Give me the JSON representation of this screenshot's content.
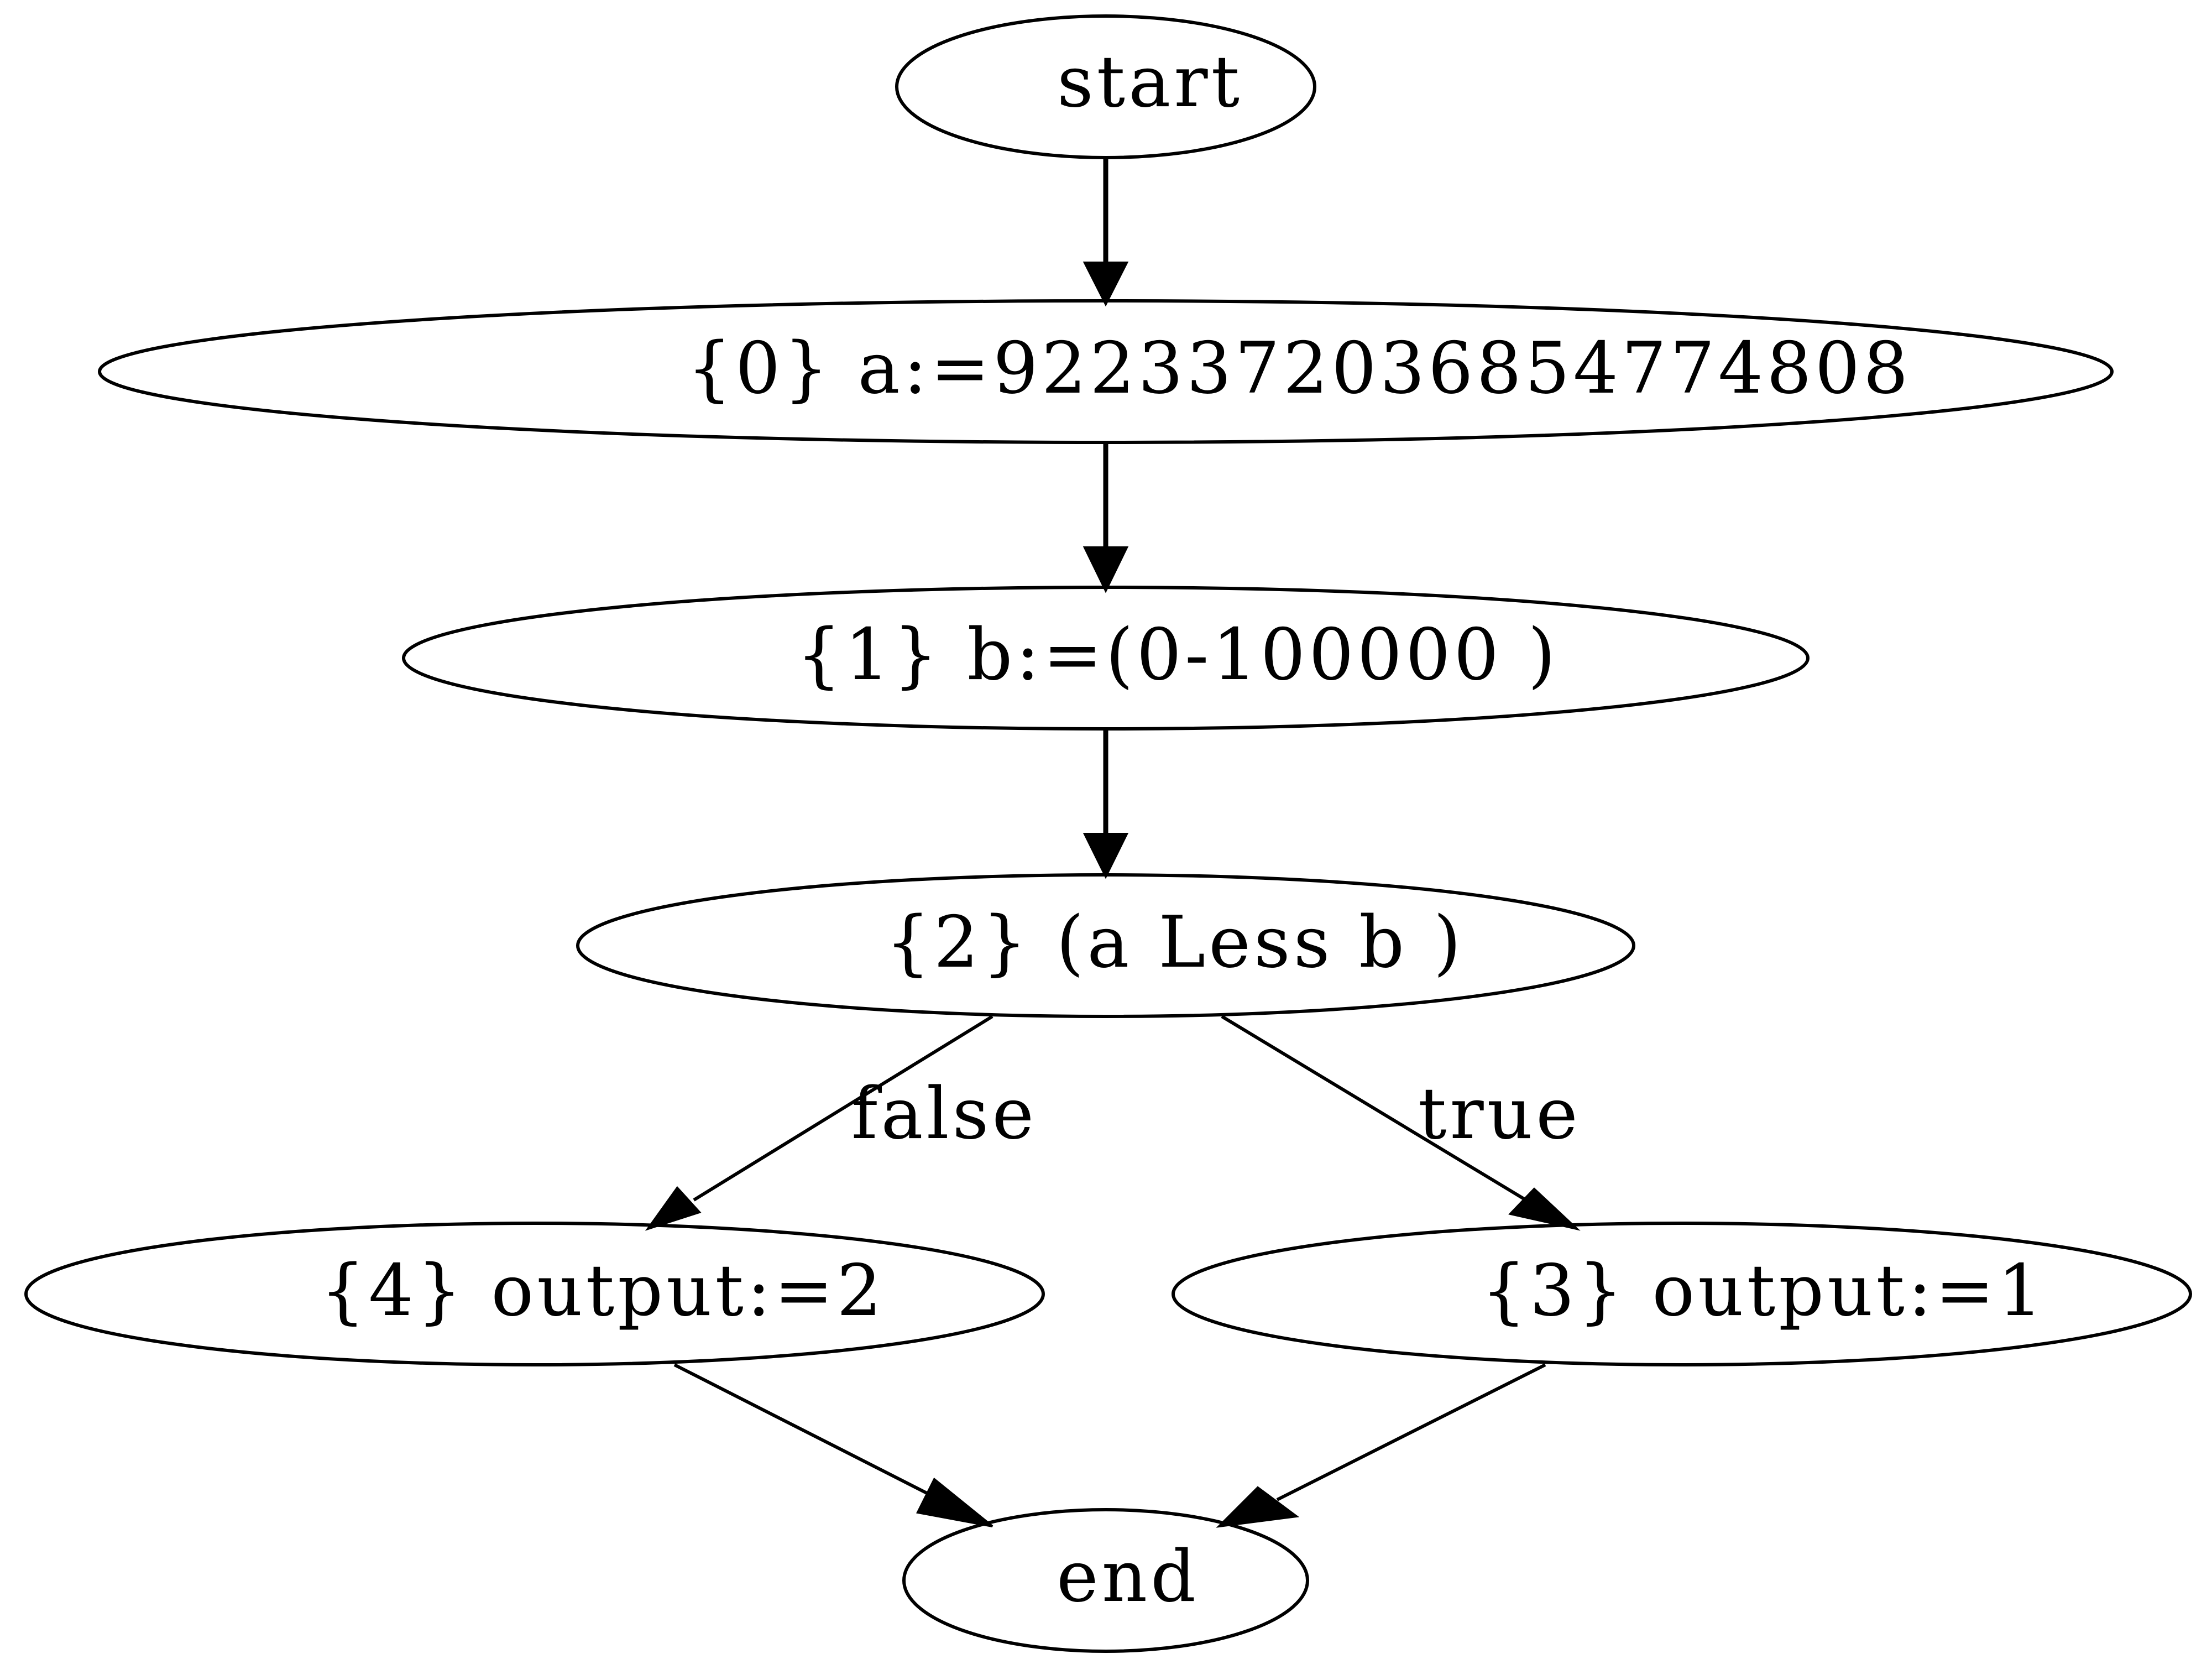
{
  "diagram": {
    "type": "control-flow-graph",
    "nodes": [
      {
        "id": "start",
        "label": "start"
      },
      {
        "id": "n0",
        "label": "{0} a:=9223372036854774808"
      },
      {
        "id": "n1",
        "label": "{1} b:=(0-100000 )"
      },
      {
        "id": "n2",
        "label": "{2} (a Less b )"
      },
      {
        "id": "n4",
        "label": "{4} output:=2"
      },
      {
        "id": "n3",
        "label": "{3} output:=1"
      },
      {
        "id": "end",
        "label": "end"
      }
    ],
    "edges": [
      {
        "from": "start",
        "to": "n0",
        "label": ""
      },
      {
        "from": "n0",
        "to": "n1",
        "label": ""
      },
      {
        "from": "n1",
        "to": "n2",
        "label": ""
      },
      {
        "from": "n2",
        "to": "n4",
        "label": "false"
      },
      {
        "from": "n2",
        "to": "n3",
        "label": "true"
      },
      {
        "from": "n4",
        "to": "end",
        "label": ""
      },
      {
        "from": "n3",
        "to": "end",
        "label": ""
      }
    ],
    "colors": {
      "stroke": "#000000",
      "background": "#ffffff"
    }
  }
}
